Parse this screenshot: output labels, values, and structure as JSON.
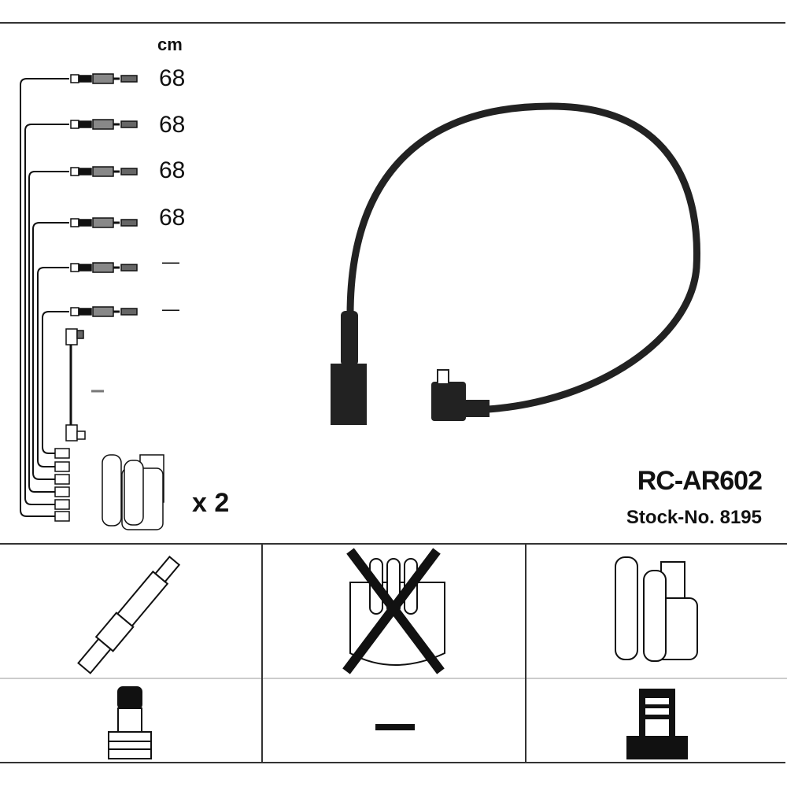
{
  "unit_label": "cm",
  "cables": [
    {
      "length": "68"
    },
    {
      "length": "68"
    },
    {
      "length": "68"
    },
    {
      "length": "68"
    },
    {
      "length": "—"
    },
    {
      "length": "—"
    },
    {
      "length": "—"
    }
  ],
  "quantity_label": "x 2",
  "product_code": "RC-AR602",
  "stock_number": "Stock-No. 8195",
  "grid": {
    "spark_plug_cell": "spark-plug",
    "distributor_cell": "distributor-cap-not-applicable",
    "coil_cell": "ignition-coil",
    "plug_connector_cell": "spark-plug-connector",
    "distributor_connector_cell": "—",
    "coil_connector_cell": "coil-connector"
  }
}
